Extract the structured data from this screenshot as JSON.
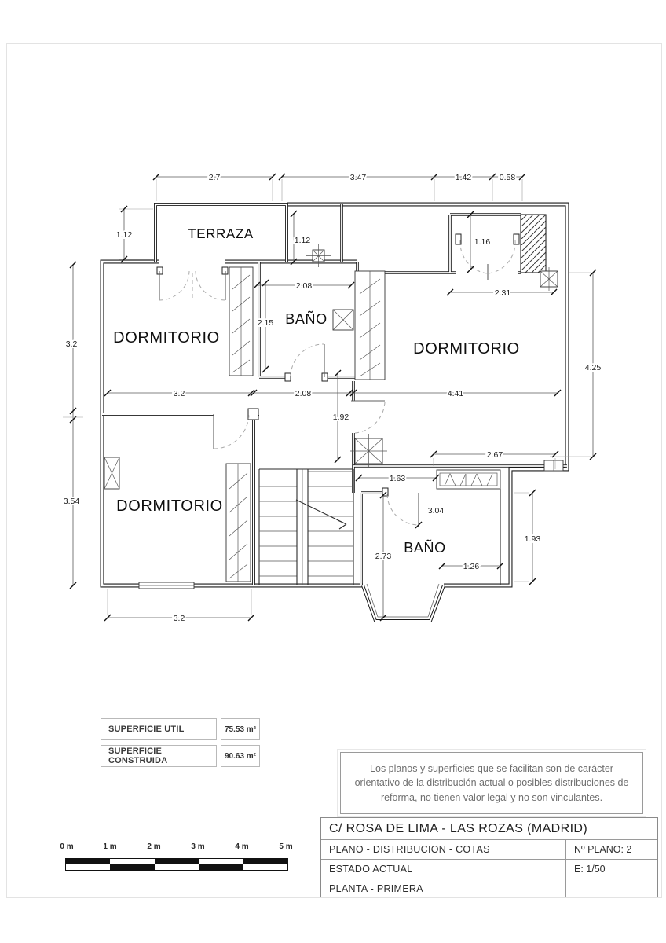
{
  "colors": {
    "drawing_line": "#1b1b1b",
    "muted_text": "#6e6e6e"
  },
  "plan": {
    "rooms": {
      "terraza": "TERRAZA",
      "dorm1": "DORMITORIO",
      "banyo1": "BAÑO",
      "dorm2": "DORMITORIO",
      "dorm3": "DORMITORIO",
      "banyo2": "BAÑO"
    },
    "dims": {
      "terraza_width": "2.7",
      "top_center": "3.47",
      "top_right": "1.42",
      "top_edge": "0.58",
      "terraza_height": "1.12",
      "hall_top_height": "1.12",
      "door_top_right": "1.16",
      "banyo1_width": "2.08",
      "banyo1_height": "2.15",
      "dorm2_top_width": "2.31",
      "dorm2_height": "4.25",
      "dorm1_width": "3.2",
      "hall_width": "2.08",
      "dorm2_width": "4.41",
      "hall_height": "1.92",
      "dorm1_height": "3.2",
      "dorm3_height": "3.54",
      "closet2_width": "2.67",
      "landing_width": "1.63",
      "banyo2_depth": "3.04",
      "banyo2_height": "2.73",
      "banyo2_width": "1.26",
      "right_lower_height": "1.93",
      "dorm3_width": "3.2"
    }
  },
  "areas": {
    "util_label": "SUPERFICIE UTIL",
    "util_value": "75.53 m²",
    "construida_label": "SUPERFICIE CONSTRUIDA",
    "construida_value": "90.63 m²"
  },
  "disclaimer": "Los planos y superficies que se facilitan son de carácter orientativo de la distribución actual o posibles distribuciones de reforma, no tienen valor legal y no son vinculantes.",
  "titleblock": {
    "address": "C/  ROSA DE LIMA - LAS ROZAS   (MADRID)",
    "plano": "PLANO   -  DISTRIBUCION - COTAS",
    "num_plano": "Nº PLANO:  2",
    "estado": "ESTADO  ACTUAL",
    "escala": "E: 1/50",
    "planta": "PLANTA - PRIMERA"
  },
  "scalebar": {
    "labels": [
      "0 m",
      "1 m",
      "2 m",
      "3 m",
      "4 m",
      "5 m"
    ]
  }
}
